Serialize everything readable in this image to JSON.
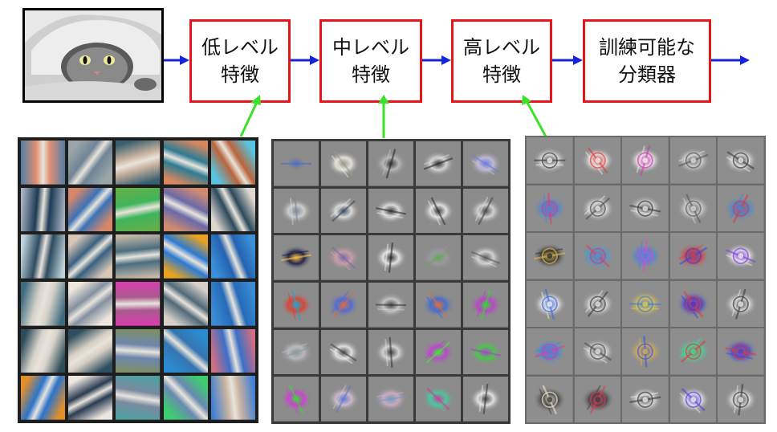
{
  "stages": [
    {
      "id": "low",
      "label": "低レベル\n特徴"
    },
    {
      "id": "mid",
      "label": "中レベル\n特徴"
    },
    {
      "id": "high",
      "label": "高レベル\n特徴"
    },
    {
      "id": "classifier",
      "label": "訓練可能な\n分類器"
    }
  ],
  "colors": {
    "box_border": "#e8141c",
    "arrow": "#1226d8",
    "connector": "#3ce22a",
    "image_border": "#000000"
  },
  "feature_grids": [
    {
      "id": "low",
      "cells": [
        [
          "#4f7fa8",
          "#e38f72"
        ],
        [
          "#9aa6a8",
          "#6f8496"
        ],
        [
          "#3a6070",
          "#c9b2a0"
        ],
        [
          "#d9885d",
          "#2d7b94"
        ],
        [
          "#57c5df",
          "#b9643c"
        ],
        [
          "#a7b2c2",
          "#1d3b55"
        ],
        [
          "#d6876a",
          "#3b72b5"
        ],
        [
          "#63b04a",
          "#3fb55c"
        ],
        [
          "#cf8b70",
          "#6b6aa8"
        ],
        [
          "#dcd7cf",
          "#2b495b"
        ],
        [
          "#bfd3dc",
          "#2d4b60"
        ],
        [
          "#d7c6b7",
          "#39607e"
        ],
        [
          "#c8b9a8",
          "#4a6d80"
        ],
        [
          "#e6a223",
          "#2c7ad2"
        ],
        [
          "#3a8fd8",
          "#2462b0"
        ],
        [
          "#3c6a7f",
          "#d5d1c8"
        ],
        [
          "#efe6dd",
          "#8390a0"
        ],
        [
          "#d83db0",
          "#aa5a8d"
        ],
        [
          "#d8d0c8",
          "#4f6878"
        ],
        [
          "#3a8ad4",
          "#256ab8"
        ],
        [
          "#2d4c5a",
          "#d9d4cb"
        ],
        [
          "#2e4f5f",
          "#d4cdc3"
        ],
        [
          "#7f8f64",
          "#6d86ad"
        ],
        [
          "#2b8bd0",
          "#3675b0"
        ],
        [
          "#d26f82",
          "#3b6fc6"
        ],
        [
          "#e38f2a",
          "#2a74cc"
        ],
        [
          "#eee7e0",
          "#2a3b52"
        ],
        [
          "#4f9fa0",
          "#7a8aa0"
        ],
        [
          "#3ecb72",
          "#6a8ab0"
        ],
        [
          "#3d7fd6",
          "#c5b1a0"
        ]
      ]
    },
    {
      "id": "mid",
      "cells": [
        [
          "#4a6ec6",
          "#8b8b8b"
        ],
        [
          "#9e9a8c",
          "#f2efe8"
        ],
        [
          "#2a2a2a",
          "#bfbfbf"
        ],
        [
          "#2b2b2b",
          "#e0e0e0"
        ],
        [
          "#6a7de0",
          "#c8c0e0"
        ],
        [
          "#7a8a9a",
          "#d8d8d8"
        ],
        [
          "#3a4a5a",
          "#e6e6e6"
        ],
        [
          "#2e2e2e",
          "#eaeaea"
        ],
        [
          "#333333",
          "#f0f0f0"
        ],
        [
          "#444444",
          "#dedede"
        ],
        [
          "#f6c13a",
          "#151540"
        ],
        [
          "#7a6aa0",
          "#d0a0b0"
        ],
        [
          "#2a2a2a",
          "#f2f2f2"
        ],
        [
          "#66aa55",
          "#9a9aa0"
        ],
        [
          "#5a5a5a",
          "#dcdcdc"
        ],
        [
          "#1aa9d6",
          "#e83a28"
        ],
        [
          "#d86a4a",
          "#4a6ad8"
        ],
        [
          "#3a3a3a",
          "#cfcfcf"
        ],
        [
          "#e46a3a",
          "#3a6ad8"
        ],
        [
          "#2fe02a",
          "#c03ad0"
        ],
        [
          "#8a9aa0",
          "#c0c0c0"
        ],
        [
          "#444444",
          "#efefef"
        ],
        [
          "#3a3a3a",
          "#e0e0e0"
        ],
        [
          "#3cf02a",
          "#c43ad8"
        ],
        [
          "#b040d0",
          "#40d040"
        ],
        [
          "#34e02a",
          "#d03ad8"
        ],
        [
          "#5a7ad8",
          "#d8c0d0"
        ],
        [
          "#7a9ac0",
          "#d0b0c8"
        ],
        [
          "#d03a9a",
          "#40d0a0"
        ],
        [
          "#3a3a3a",
          "#f0f0f0"
        ]
      ]
    },
    {
      "id": "high",
      "cells": [
        [
          "#3a3a3a",
          "#f2f2f2"
        ],
        [
          "#e33a3a",
          "#f0f0f0"
        ],
        [
          "#d03ab0",
          "#f5f5f5"
        ],
        [
          "#5a5a5a",
          "#e0e0e0"
        ],
        [
          "#3a3a3a",
          "#ececec"
        ],
        [
          "#e23a7a",
          "#3a8ae0"
        ],
        [
          "#4a4a4a",
          "#eeeeee"
        ],
        [
          "#3a3a3a",
          "#e8e8e8"
        ],
        [
          "#5a5a5a",
          "#dcdcdc"
        ],
        [
          "#e03a3a",
          "#3a8ae0"
        ],
        [
          "#e2b84a",
          "#2a2a2a"
        ],
        [
          "#e23a5a",
          "#3aa0e0"
        ],
        [
          "#e04ad0",
          "#3a8ae0"
        ],
        [
          "#2a4ae0",
          "#e03a3a"
        ],
        [
          "#7a3ae0",
          "#f0f0f0"
        ],
        [
          "#3a6ae0",
          "#f2f2f2"
        ],
        [
          "#3a3a3a",
          "#e8e8e8"
        ],
        [
          "#3a7ae0",
          "#e8c84a"
        ],
        [
          "#e03a3a",
          "#3a3ae0"
        ],
        [
          "#3a3a3a",
          "#eeeeee"
        ],
        [
          "#e03aa0",
          "#3a8ae0"
        ],
        [
          "#4a4a4a",
          "#e6e6e6"
        ],
        [
          "#3a5ae0",
          "#e0b04a"
        ],
        [
          "#e03a3a",
          "#3ae0a0"
        ],
        [
          "#e03a3a",
          "#3a4ae0"
        ],
        [
          "#f0e6d0",
          "#3a3a3a"
        ],
        [
          "#e03a5a",
          "#3a3a3a"
        ],
        [
          "#3a3a3a",
          "#f0f0f0"
        ],
        [
          "#5a3ae0",
          "#f0f0f0"
        ],
        [
          "#3a3a3a",
          "#eeeeee"
        ]
      ]
    }
  ]
}
